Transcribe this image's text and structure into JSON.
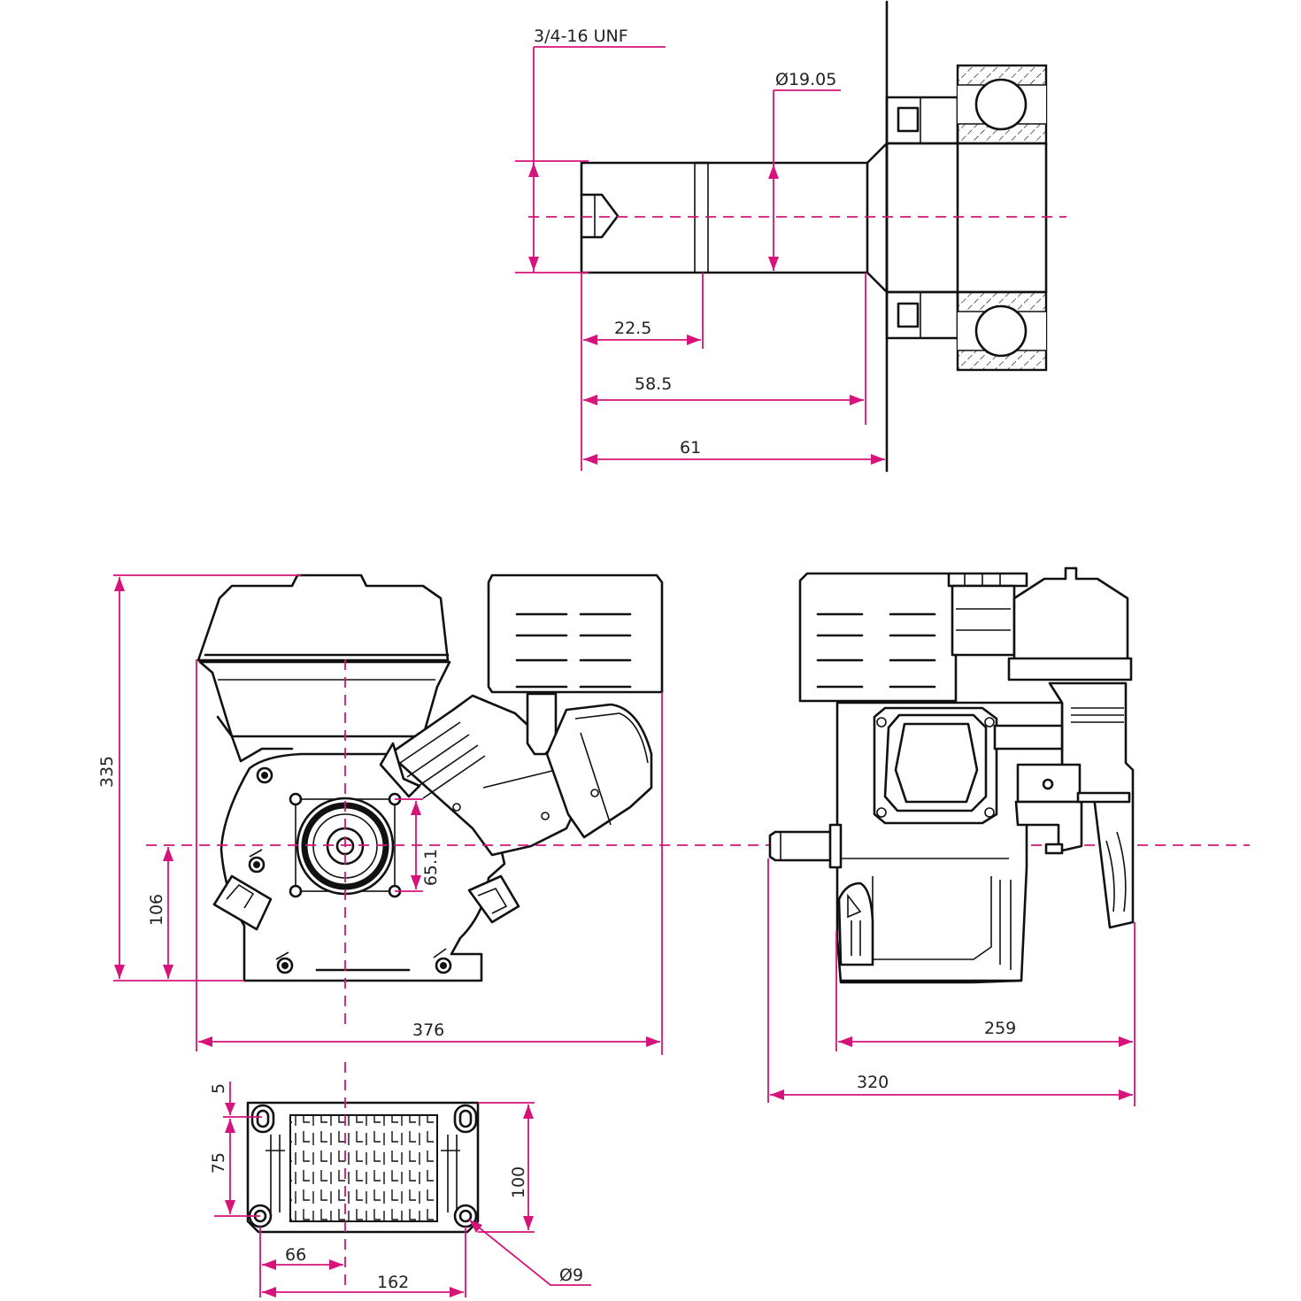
{
  "colors": {
    "dimension": "#d6137a",
    "outline": "#111111",
    "background": "#ffffff"
  },
  "shaft_detail": {
    "thread_label": "3/4-16 UNF",
    "diameter_label": "Ø19.05",
    "length_a": "22.5",
    "length_b": "58.5",
    "length_c": "61"
  },
  "side_view": {
    "height_label": "335",
    "shaft_height_label": "106",
    "flange_label": "65.1",
    "width_label": "376"
  },
  "front_view": {
    "width_a_label": "259",
    "width_b_label": "320"
  },
  "base_view": {
    "offset_label": "5",
    "hole_spacing_v_label": "75",
    "depth_label": "100",
    "half_spacing_label": "66",
    "hole_spacing_h_label": "162",
    "hole_diameter_label": "Ø9"
  }
}
